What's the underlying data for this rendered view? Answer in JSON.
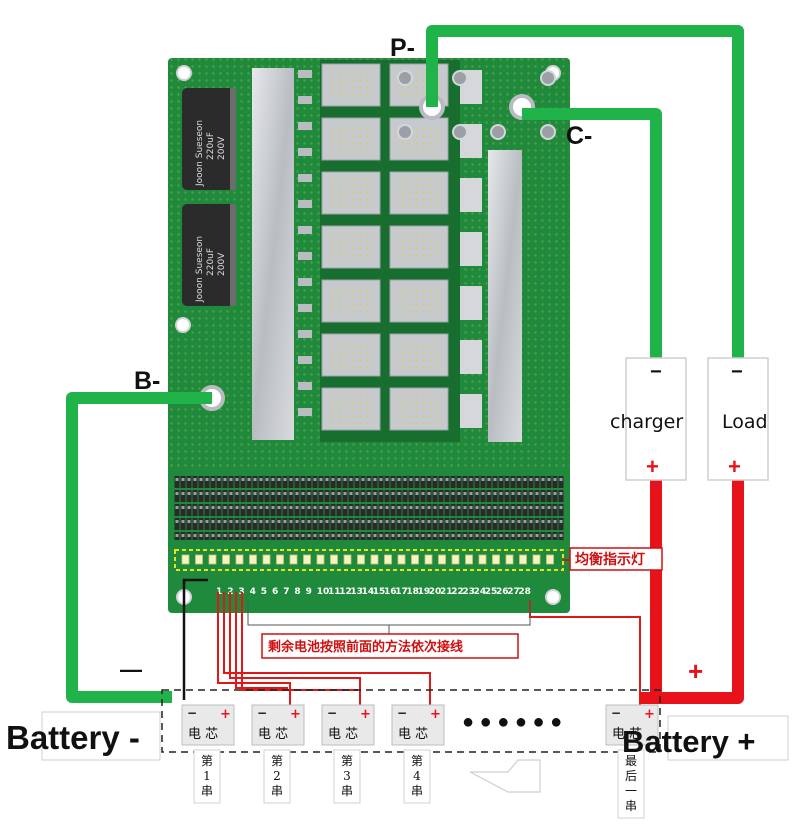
{
  "terminals": {
    "p_minus": "P-",
    "c_minus": "C-",
    "b_minus": "B-"
  },
  "devices": {
    "charger": {
      "label": "charger",
      "neg": "−",
      "pos": "+"
    },
    "load": {
      "label": "Load",
      "neg": "−",
      "pos": "+"
    }
  },
  "wire_signs": {
    "left_minus": "—",
    "right_plus": "+"
  },
  "battery_labels": {
    "left": "Battery -",
    "right": "Battery +"
  },
  "balance_pins": [
    "1",
    "2",
    "3",
    "4",
    "5",
    "6",
    "7",
    "8",
    "9",
    "10",
    "11",
    "12",
    "13",
    "14",
    "15",
    "16",
    "17",
    "18",
    "19",
    "20",
    "21",
    "22",
    "23",
    "24",
    "25",
    "26",
    "27",
    "28"
  ],
  "callouts": {
    "balance_led": "均衡指示灯",
    "remaining_wiring": "剩余电池按照前面的方法依次接线"
  },
  "cells": [
    {
      "body": "电 芯",
      "neg": "−",
      "pos": "+",
      "series": "第1串"
    },
    {
      "body": "电 芯",
      "neg": "−",
      "pos": "+",
      "series": "第2串"
    },
    {
      "body": "电 芯",
      "neg": "−",
      "pos": "+",
      "series": "第3串"
    },
    {
      "body": "电 芯",
      "neg": "−",
      "pos": "+",
      "series": "第4串"
    },
    {
      "body": "电 芯",
      "neg": "−",
      "pos": "+",
      "series": "最后一串"
    }
  ],
  "ellipsis": "● ● ● ● ● ●",
  "capacitors": [
    {
      "brand": "Jooon Sueseon",
      "value": "220uF",
      "voltage": "200V"
    },
    {
      "brand": "Jooon Sueseon",
      "value": "220uF",
      "voltage": "200V"
    }
  ],
  "colors": {
    "pcb": "#1f8a3c",
    "pcb_dark": "#176e2f",
    "green_wire": "#1fb34a",
    "red_wire": "#e8121b",
    "thin_red": "#e01818",
    "black_wire": "#111111",
    "pad": "#c9ccd0",
    "callout_border": "#d01010"
  }
}
